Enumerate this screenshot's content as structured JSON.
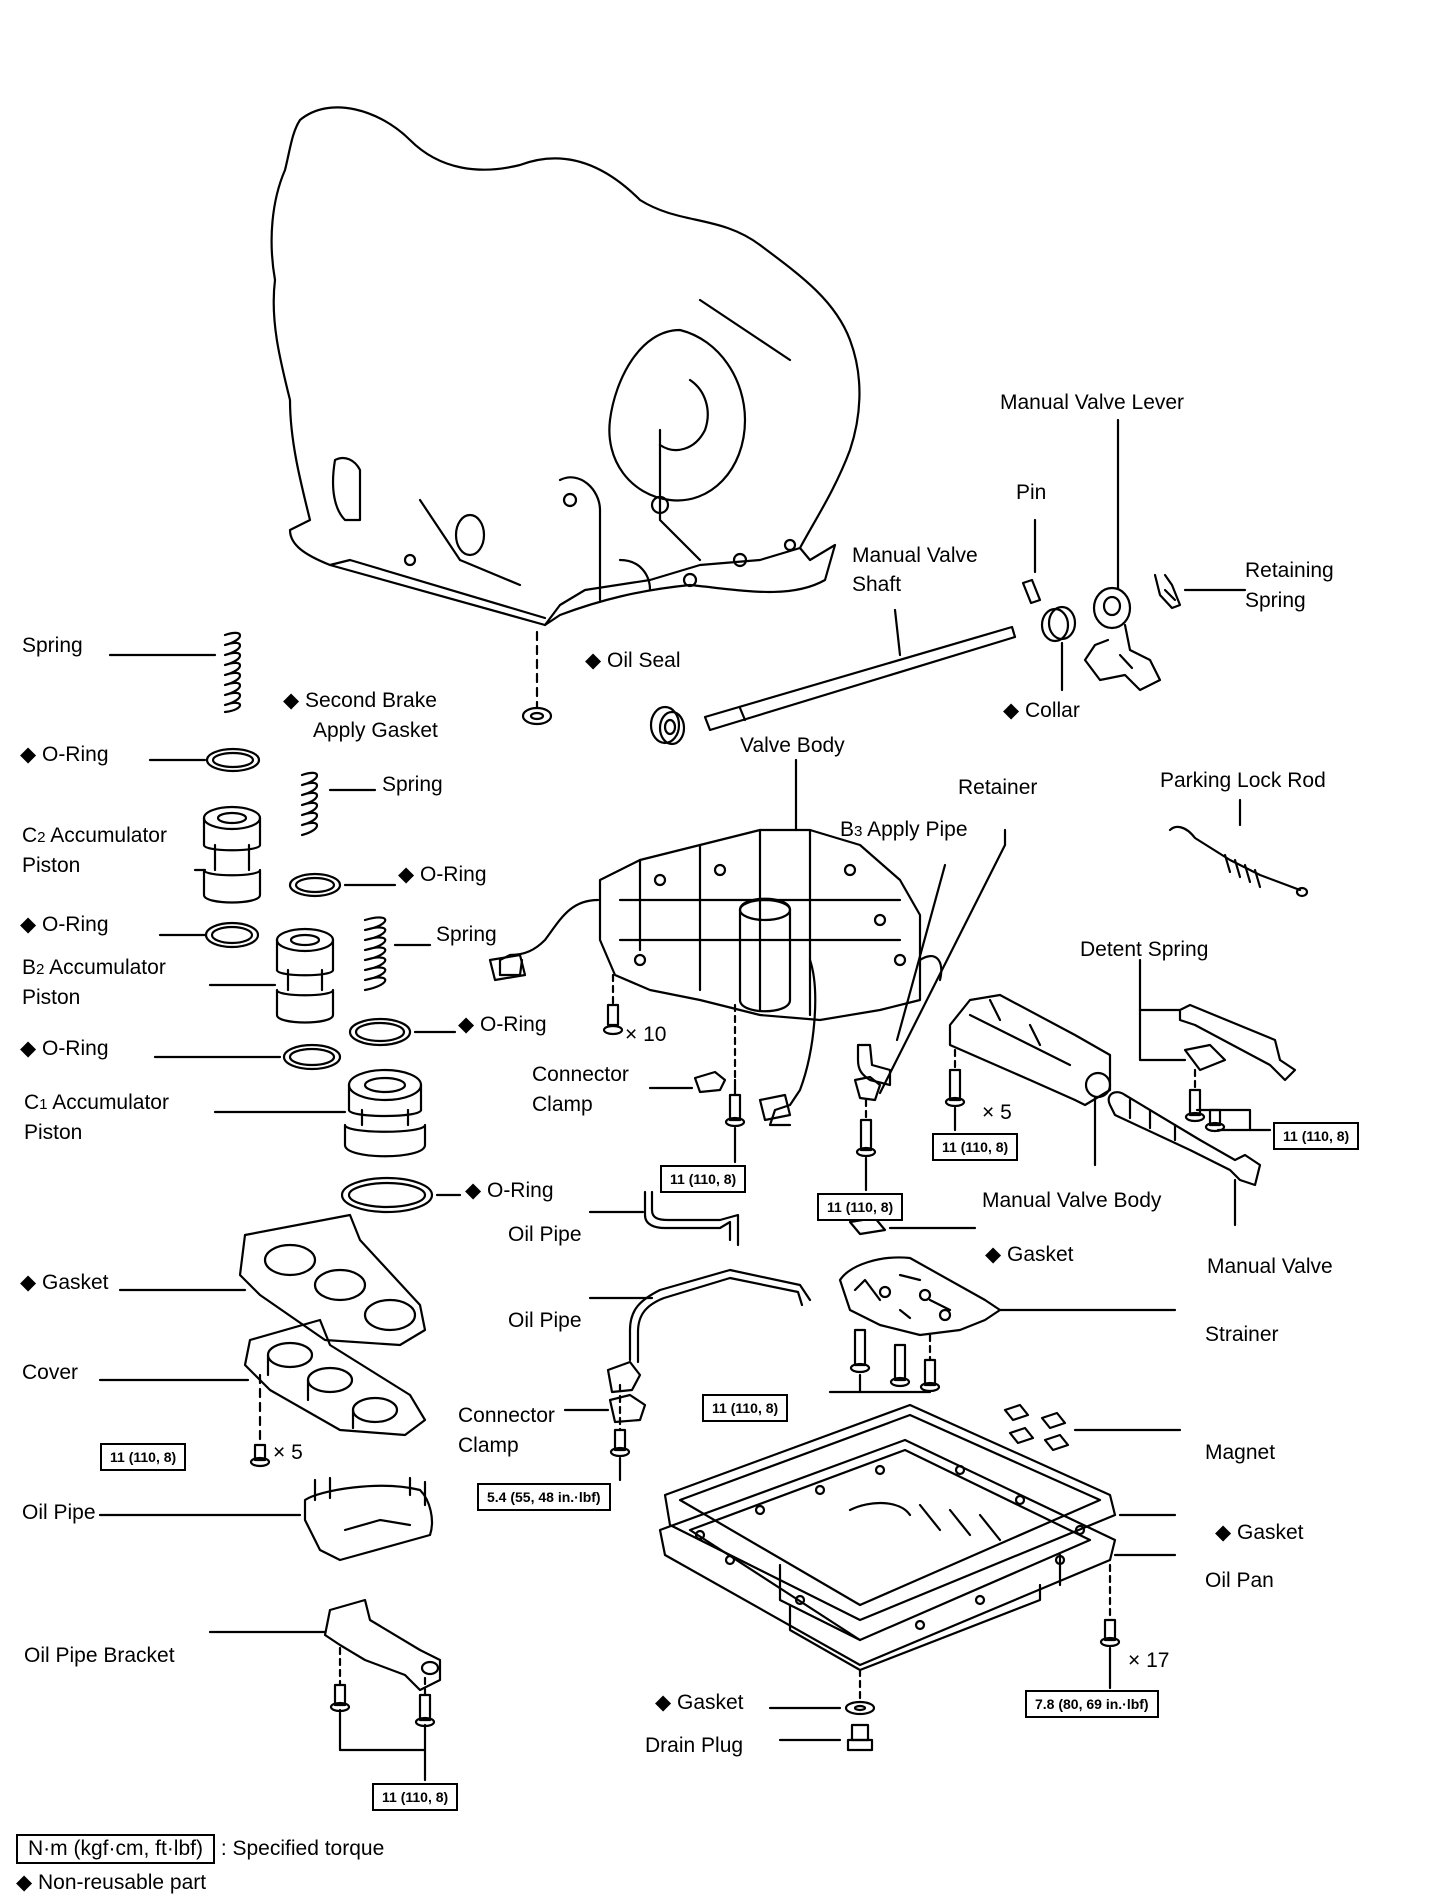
{
  "labels": {
    "manual_valve_lever": "Manual Valve Lever",
    "pin": "Pin",
    "manual_valve_shaft_1": "Manual Valve",
    "manual_valve_shaft_2": "Shaft",
    "retaining_spring_1": "Retaining",
    "retaining_spring_2": "Spring",
    "spring_top": "Spring",
    "second_brake_1": "Second Brake",
    "second_brake_2": "Apply Gasket",
    "oil_seal": "Oil Seal",
    "collar": "Collar",
    "oring_1": "O-Ring",
    "valve_body": "Valve Body",
    "retainer": "Retainer",
    "parking_lock_rod": "Parking Lock Rod",
    "spring_2": "Spring",
    "b3_apply_pipe_pre": "B",
    "b3_apply_pipe_sub": "3",
    "b3_apply_pipe_post": " Apply Pipe",
    "c2_piston_pre": "C",
    "c2_piston_sub": "2",
    "c2_piston_post": " Accumulator",
    "c2_piston_2": "Piston",
    "oring_2": "O-Ring",
    "oring_3": "O-Ring",
    "spring_3": "Spring",
    "b2_piston_pre": "B",
    "b2_piston_sub": "2",
    "b2_piston_post": " Accumulator",
    "b2_piston_2": "Piston",
    "detent_spring": "Detent Spring",
    "oring_4": "O-Ring",
    "oring_5": "O-Ring",
    "x10": "× 10",
    "connector_clamp_1": "Connector",
    "connector_clamp_1b": "Clamp",
    "c1_piston_pre": "C",
    "c1_piston_sub": "1",
    "c1_piston_post": " Accumulator",
    "c1_piston_2": "Piston",
    "x5_a": "× 5",
    "oring_6": "O-Ring",
    "manual_valve_body": "Manual Valve Body",
    "oil_pipe_1": "Oil Pipe",
    "gasket_1": "Gasket",
    "gasket_2": "Gasket",
    "manual_valve": "Manual Valve",
    "oil_pipe_2": "Oil Pipe",
    "strainer": "Strainer",
    "cover": "Cover",
    "connector_clamp_2": "Connector",
    "connector_clamp_2b": "Clamp",
    "magnet": "Magnet",
    "x5_b": "× 5",
    "oil_pipe_3": "Oil Pipe",
    "gasket_3": "Gasket",
    "oil_pan": "Oil Pan",
    "oil_pipe_bracket": "Oil Pipe Bracket",
    "x17": "× 17",
    "gasket_4": "Gasket",
    "drain_plug": "Drain Plug"
  },
  "torques": {
    "t_valve_body": "11 (110, 8)",
    "t_retainer": "11 (110, 8)",
    "t_manual_valve_body": "11 (110, 8)",
    "t_detent": "11 (110, 8)",
    "t_strainer": "11 (110, 8)",
    "t_cover": "11 (110, 8)",
    "t_clamp": "5.4 (55, 48 in.·lbf)",
    "t_oil_pan": "7.8 (80, 69 in.·lbf)",
    "t_bracket": "11 (110, 8)"
  },
  "legend": {
    "unit_box": "N·m (kgf·cm, ft·lbf)",
    "unit_text": ": Specified torque",
    "nonreusable": "Non-reusable part"
  }
}
